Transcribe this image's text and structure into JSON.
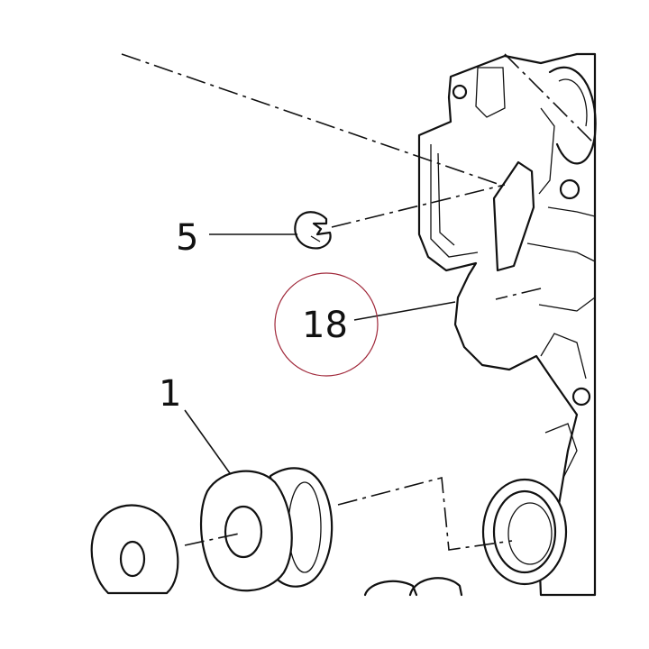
{
  "diagram": {
    "type": "exploded-parts-view",
    "callouts": [
      {
        "id": "callout-5",
        "label": "5"
      },
      {
        "id": "callout-18",
        "label": "18"
      },
      {
        "id": "callout-1",
        "label": "1"
      }
    ],
    "highlighted_callout": "18",
    "colors": {
      "line": "#111111",
      "highlight_circle": "#a0283a",
      "background": "#ffffff"
    }
  }
}
